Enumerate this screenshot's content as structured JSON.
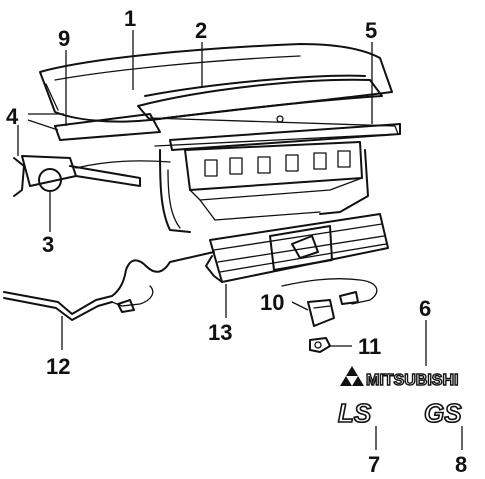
{
  "callouts": [
    "1",
    "2",
    "3",
    "4",
    "5",
    "6",
    "7",
    "8",
    "9",
    "10",
    "11",
    "12",
    "13"
  ],
  "emblems": {
    "brand": "MITSUBISHI",
    "trim_ls": "LS",
    "trim_gs": "GS"
  }
}
